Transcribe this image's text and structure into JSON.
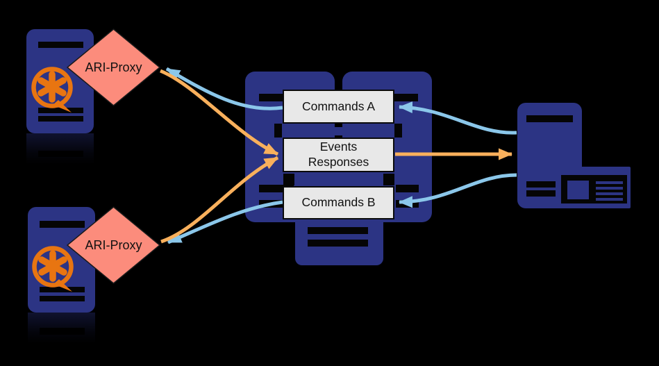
{
  "proxies": {
    "top": "ARI-Proxy",
    "bottom": "ARI-Proxy"
  },
  "boxes": {
    "commands_a": "Commands A",
    "events": {
      "line1": "Events",
      "line2": "Responses"
    },
    "commands_b": "Commands B"
  },
  "icons": {
    "asterisk_logo": "asterisk-speech-bubble-icon",
    "server": "server-tower-icon",
    "monitor": "monitor-icon"
  },
  "colors": {
    "background": "#000000",
    "server_blue": "#2C3484",
    "slot_black": "#050505",
    "diamond_fill": "#FC8C7C",
    "diamond_stroke": "#1a1a1a",
    "box_fill": "#E8E8E8",
    "box_stroke": "#0a0a0a",
    "arrow_blue": "#8BC7EA",
    "arrow_orange": "#F9B05C",
    "logo_orange": "#E87511",
    "text": "#111111"
  }
}
